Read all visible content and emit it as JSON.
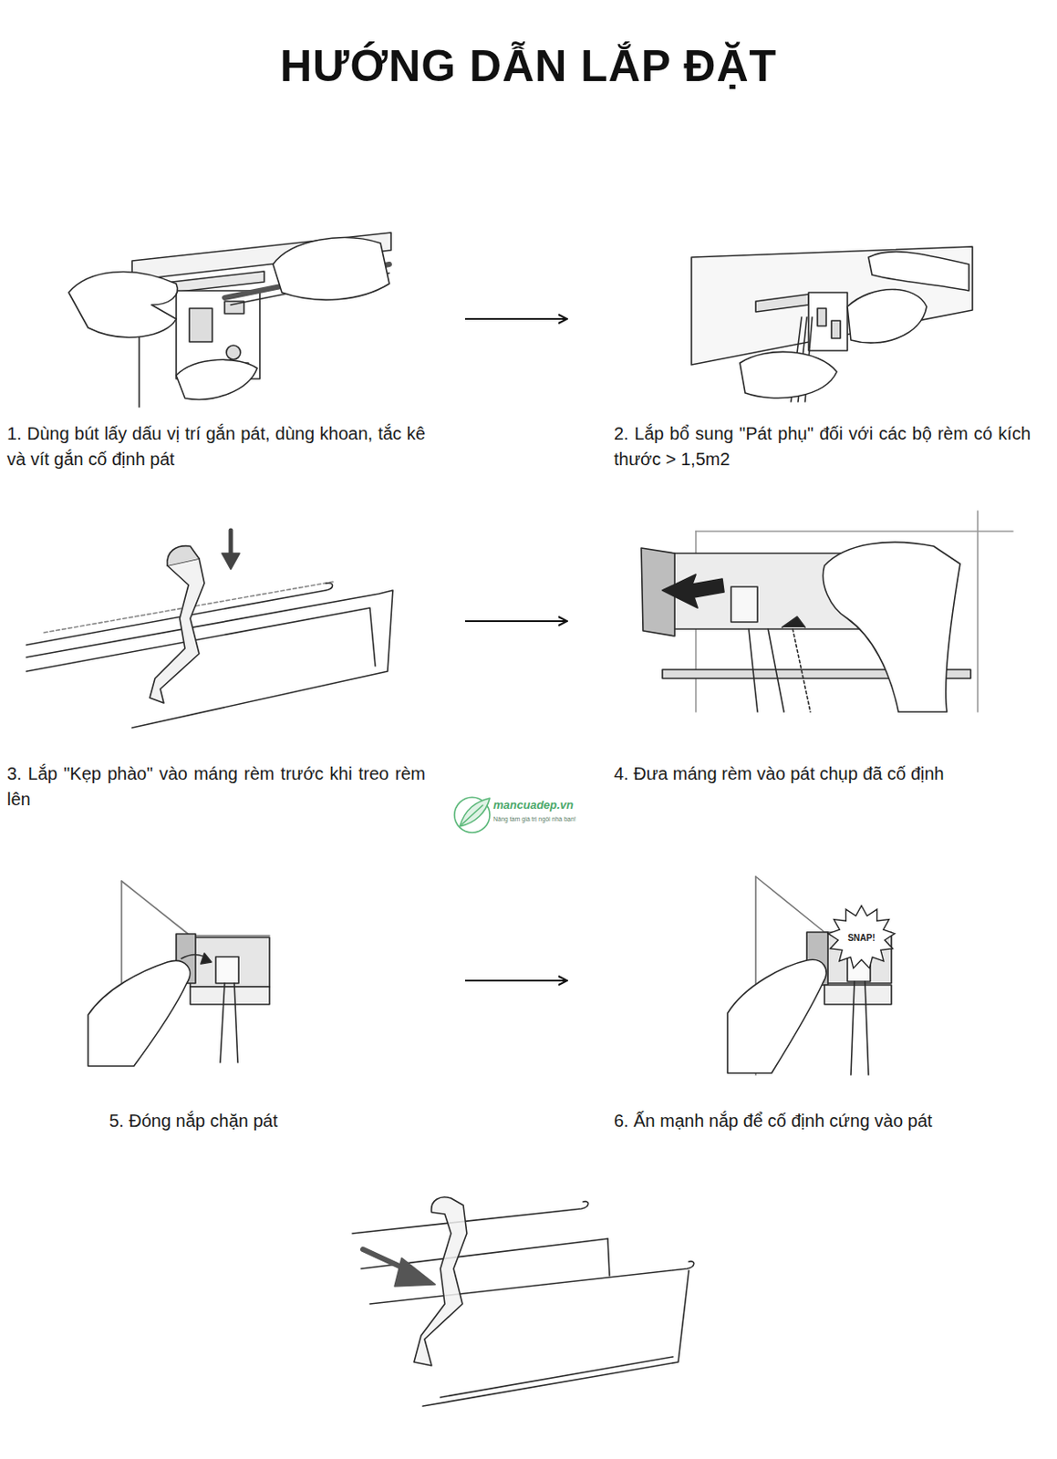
{
  "diagram": {
    "title": "HƯỚNG DẪN LẮP ĐẶT",
    "nodes": [
      {
        "text": [
          "1. Dùng bút lấy dấu vị trí gắn pát, dùng khoan, tắc kê và vít gắn cố định pát"
        ]
      },
      {
        "text": [
          "2. Lắp bổ sung \"Pát phụ\" đối với các bộ rèm có kích thước > 1,5m2"
        ]
      },
      {
        "text": [
          "3. Lắp \"Kẹp phào\" vào máng rèm trước khi treo rèm lên"
        ]
      },
      {
        "text": [
          "4. Đưa máng rèm vào pát chụp đã cố định"
        ]
      },
      {
        "text": [
          "5. Đóng nắp chặn pát"
        ]
      },
      {
        "text": [
          "6. Ấn mạnh nắp để cố định cứng vào pát"
        ]
      },
      {
        "text": [
          "SNAP!"
        ],
        "in": 5
      }
    ],
    "edges": [
      {
        "from": 0,
        "to": 1,
        "arrow": "to"
      },
      {
        "from": 2,
        "to": 3,
        "arrow": "to"
      },
      {
        "from": 4,
        "to": 5,
        "arrow": "to"
      }
    ],
    "labels": [
      "mancuadep.vn",
      "Nâng tầm giá trị ngôi nhà bạn!"
    ]
  }
}
